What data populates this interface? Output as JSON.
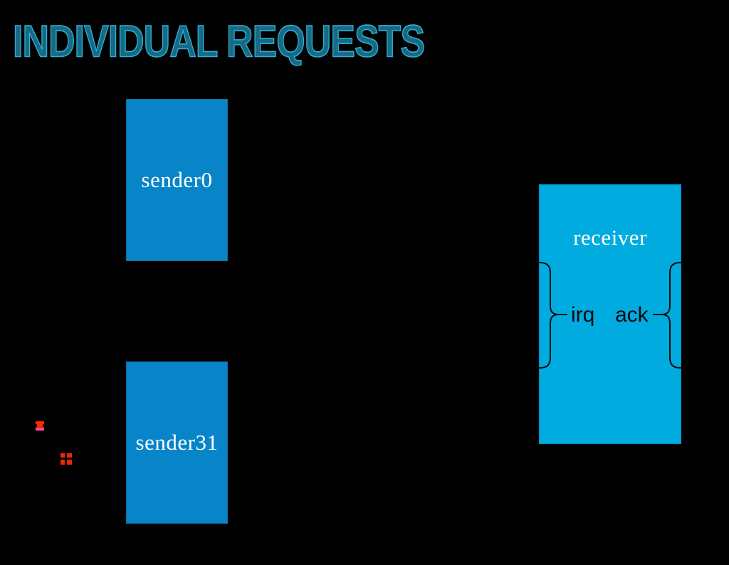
{
  "title": "INDIVIDUAL REQUESTS",
  "colors": {
    "background": "#000000",
    "title_fill": "#176a85",
    "title_outline": "#2fb0d4",
    "sender_fill": "#0885c8",
    "receiver_fill": "#00abdf",
    "box_label_text": "#ffffff",
    "signal_text": "#0a0a0a",
    "brace_stroke": "#0a0a0a",
    "marker_red": "#ff2600",
    "marker_pink": "#ff4fa0"
  },
  "diagram": {
    "senders": [
      {
        "label": "sender0"
      },
      {
        "label": "sender31"
      }
    ],
    "receiver": {
      "label": "receiver",
      "signals": [
        {
          "label": "irq"
        },
        {
          "label": "ack"
        }
      ]
    }
  }
}
